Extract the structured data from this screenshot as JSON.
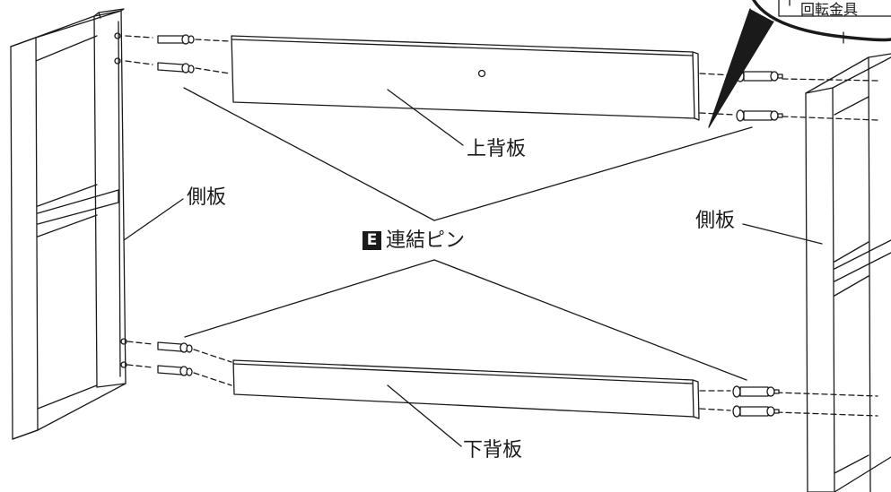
{
  "labels": {
    "top_back_panel": "上背板",
    "bottom_back_panel": "下背板",
    "side_panel_left": "側板",
    "side_panel_right": "側板",
    "connector_pin": "連結ピン",
    "connector_badge": "E",
    "callout": "回転金具"
  },
  "colors": {
    "line": "#1a1a1a",
    "fill": "#ffffff"
  }
}
